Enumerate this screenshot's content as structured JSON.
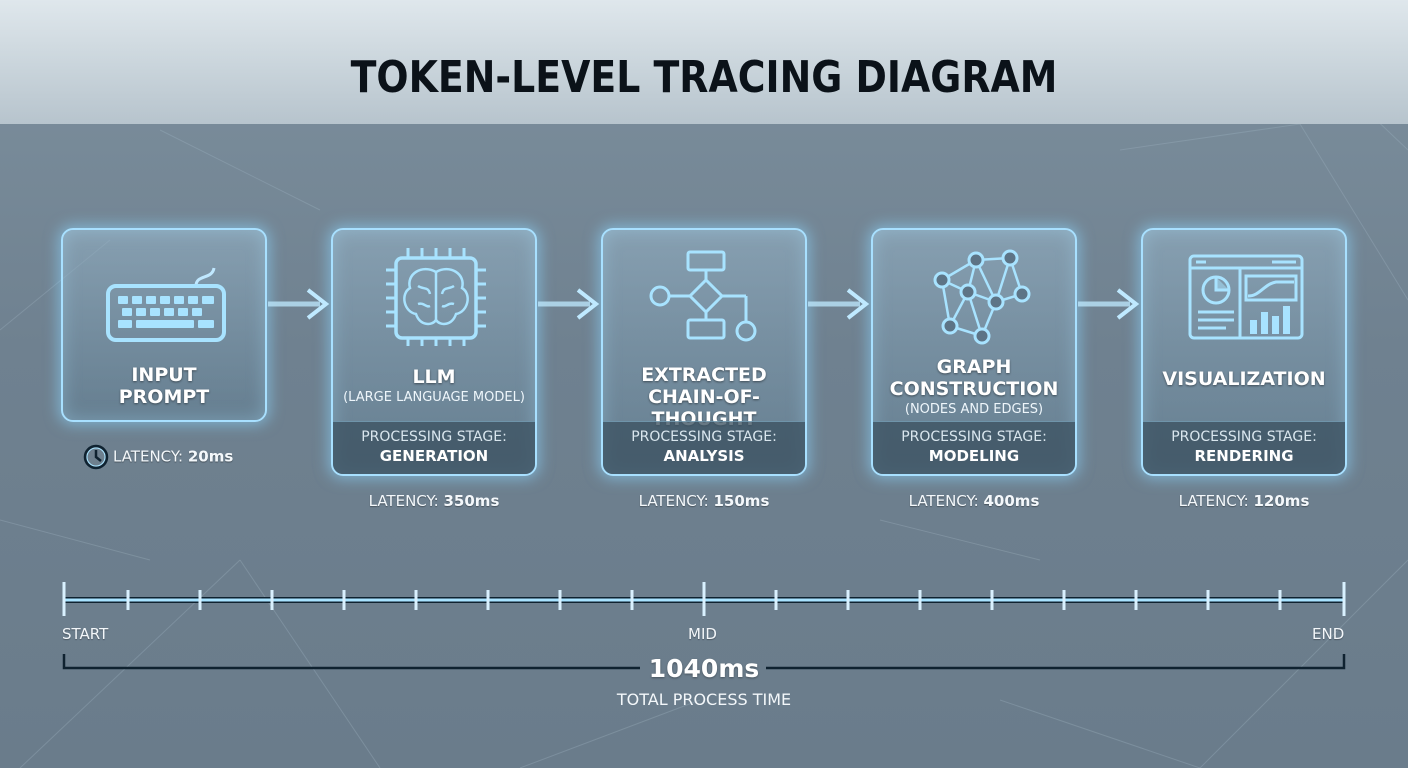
{
  "title": "TOKEN-LEVEL TRACING DIAGRAM",
  "colors": {
    "accent_glow": "#8fdcff",
    "header_bg": "#d4dde3",
    "panel_bg": "#6f8190"
  },
  "stages": [
    {
      "name_line1": "INPUT",
      "name_line2": "PROMPT",
      "icon": "keyboard-icon",
      "latency_label": "LATENCY:",
      "latency_value": "20ms"
    },
    {
      "name_line1": "LLM",
      "sub": "(LARGE LANGUAGE MODEL)",
      "icon": "brain-chip-icon",
      "processing_label": "PROCESSING STAGE:",
      "processing_value": "GENERATION",
      "latency_label": "LATENCY:",
      "latency_value": "350ms"
    },
    {
      "name_line1": "EXTRACTED",
      "name_line2": "CHAIN-OF-THOUGHT",
      "icon": "flowchart-icon",
      "processing_label": "PROCESSING STAGE:",
      "processing_value": "ANALYSIS",
      "latency_label": "LATENCY:",
      "latency_value": "150ms"
    },
    {
      "name_line1": "GRAPH",
      "name_line2": "CONSTRUCTION",
      "sub": "(NODES AND EDGES)",
      "icon": "network-graph-icon",
      "processing_label": "PROCESSING STAGE:",
      "processing_value": "MODELING",
      "latency_label": "LATENCY:",
      "latency_value": "400ms"
    },
    {
      "name_line1": "VISUALIZATION",
      "icon": "dashboard-icon",
      "processing_label": "PROCESSING STAGE:",
      "processing_value": "RENDERING",
      "latency_label": "LATENCY:",
      "latency_value": "120ms"
    }
  ],
  "timeline": {
    "start": "START",
    "mid": "MID",
    "end": "END"
  },
  "total": {
    "value": "1040ms",
    "label": "TOTAL PROCESS TIME"
  }
}
